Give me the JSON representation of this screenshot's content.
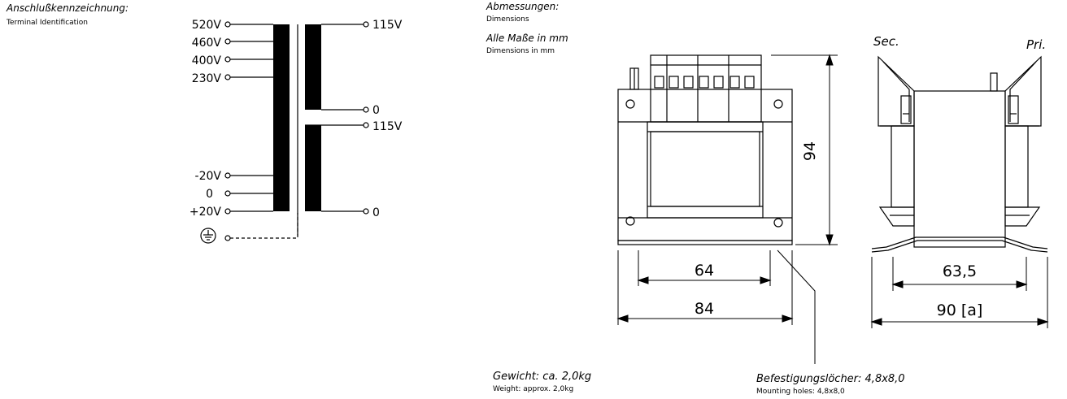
{
  "terminal": {
    "title_de": "Anschlußkennzeichnung:",
    "title_en": "Terminal Identification",
    "primary_taps": [
      "520V",
      "460V",
      "400V",
      "230V"
    ],
    "secondary_taps": [
      "-20V",
      "0",
      "+20V"
    ],
    "output_top": "115V",
    "output_mid0": "0",
    "output_mid115": "115V",
    "output_bottom": "0",
    "ground_icon": "ground-icon"
  },
  "dimensions": {
    "title_de": "Abmessungen:",
    "title_en": "Dimensions",
    "unit_de": "Alle Maße in mm",
    "unit_en": "Dimensions in mm",
    "sec_label": "Sec.",
    "pri_label": "Pri.",
    "height": "94",
    "front_inner_width": "64",
    "front_outer_width": "84",
    "side_inner_width": "63,5",
    "side_outer_width": "90 [a]"
  },
  "weight": {
    "label_de": "Gewicht: ca. 2,0kg",
    "label_en": "Weight: approx. 2,0kg"
  },
  "mounting": {
    "label_de": "Befestigungslöcher: 4,8x8,0",
    "label_en": "Mounting holes: 4,8x8,0"
  }
}
